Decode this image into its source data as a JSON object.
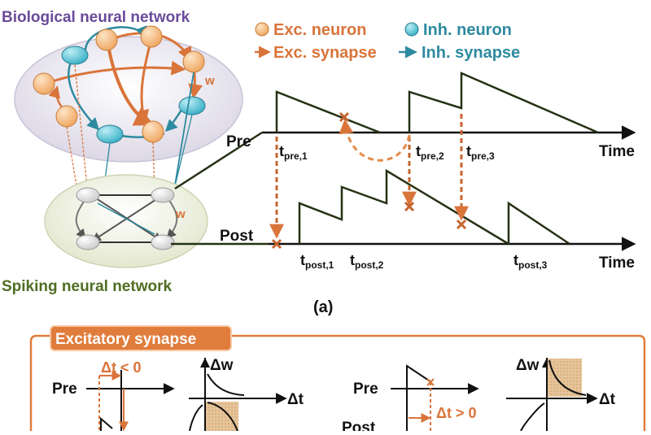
{
  "colors": {
    "exc": "#d9743a",
    "inh": "#2d8aa0",
    "exc_fill": "#f3b57a",
    "inh_fill": "#57c1d3",
    "trace": "#253215",
    "bio_title": "#6a4b9a",
    "snn_title": "#4f6e22",
    "panel_orange": "#e07c3c"
  },
  "titles": {
    "bio": "Biological neural network",
    "snn": "Spiking neural network",
    "caption": "(a)"
  },
  "legend": {
    "exc_neuron": "Exc. neuron",
    "inh_neuron": "Inh. neuron",
    "exc_synapse": "Exc. synapse",
    "inh_synapse": "Inh. synapse"
  },
  "network": {
    "weight_label": "w",
    "weight_label_snn": "w"
  },
  "timing": {
    "pre_label": "Pre",
    "post_label": "Post",
    "time_label_top": "Time",
    "time_label_bottom": "Time",
    "t_main": "t",
    "pre_spikes": [
      "pre,1",
      "pre,2",
      "pre,3"
    ],
    "post_spikes": [
      "post,1",
      "post,2",
      "post,3"
    ]
  },
  "panel": {
    "title": "Excitatory synapse",
    "left": {
      "pre": "Pre",
      "dt": "Δt < 0",
      "dw_axis": "Δw",
      "dt_axis": "Δt"
    },
    "right": {
      "pre": "Pre",
      "post_partial": "Post",
      "dt": "Δt > 0",
      "dw_axis": "Δw",
      "dt_axis": "Δt"
    }
  }
}
